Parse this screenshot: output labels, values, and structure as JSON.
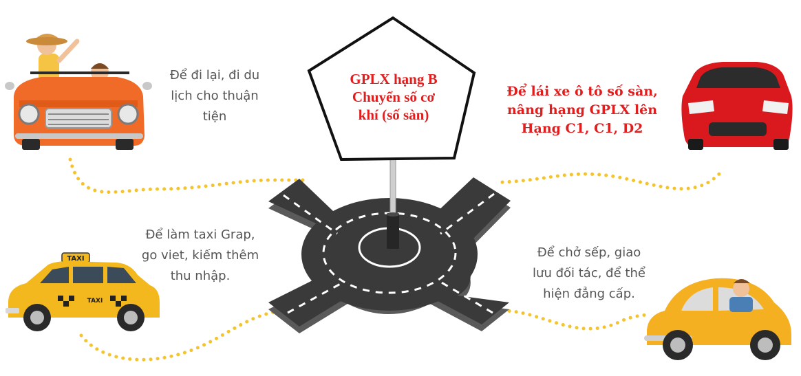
{
  "center": {
    "lines": [
      "GPLX hạng B",
      "Chuyển số cơ",
      "khí (số sàn)"
    ]
  },
  "captions": {
    "top_left": {
      "lines": [
        "Để đi lại, đi du",
        "lịch cho thuận",
        "tiện"
      ]
    },
    "top_right": {
      "lines": [
        "Để lái xe ô tô số sàn,",
        "nâng hạng GPLX lên",
        "Hạng C1, C1, D2"
      ]
    },
    "middle_left": {
      "lines": [
        "Để làm taxi Grap,",
        "go viet, kiếm thêm",
        "thu nhập."
      ]
    },
    "bottom_right": {
      "lines": [
        "Để chở sếp, giao",
        "lưu đối tác, để thể",
        "hiện đẳng cấp."
      ]
    }
  },
  "taxi_sign": "TAXI",
  "taxi_door_text": "TAXI",
  "colors": {
    "accent_red": "#e01e1e",
    "caption_gray": "#555555",
    "dots_yellow": "#f4c430",
    "road_dark": "#3a3a3a",
    "taxi_yellow": "#f2b81d",
    "convertible_orange": "#f06a28",
    "sports_car_red": "#d9191d",
    "beetle_yellow": "#f5b021"
  },
  "icons": [
    "convertible-car-icon",
    "taxi-car-icon",
    "red-sports-car-icon",
    "beetle-car-icon",
    "roundabout-icon",
    "pentagon-sign-icon"
  ]
}
